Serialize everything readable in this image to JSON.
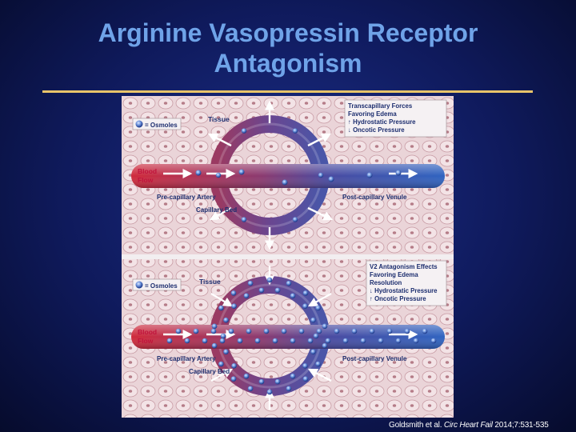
{
  "slide": {
    "title_line1": "Arginine Vasopressin Receptor",
    "title_line2": "Antagonism",
    "citation": {
      "authors": "Goldsmith et al.",
      "journal": "Circ Heart Fail",
      "details": "2014;7:531-535"
    }
  },
  "figure": {
    "top_panel": {
      "legend": "= Osmoles",
      "tissue": "Tissue",
      "blood_flow_line1": "Blood",
      "blood_flow_line2": "Flow",
      "artery": "Pre-capillary Artery",
      "capillary_bed": "Capillary Bed",
      "venule": "Post-capillary Venule",
      "info": [
        "Transcapillary Forces",
        "Favoring Edema",
        "↑ Hydrostatic Pressure",
        "↓ Oncotic Pressure"
      ]
    },
    "bottom_panel": {
      "legend": "= Osmoles",
      "tissue": "Tissue",
      "blood_flow_line1": "Blood",
      "blood_flow_line2": "Flow",
      "artery": "Pre-capillary Artery",
      "capillary_bed": "Capillary Bed",
      "venule": "Post-capillary Venule",
      "info": [
        "V2 Antagonism Effects",
        "Favoring Edema",
        "Resolution",
        "↓ Hydrostatic Pressure",
        "↑ Oncotic Pressure"
      ]
    },
    "colors": {
      "artery": "#c8283a",
      "venule": "#2d5fb8",
      "ring": "#6e4a86",
      "label_red": "#c0143c",
      "label_navy": "#1c2d6e"
    }
  }
}
